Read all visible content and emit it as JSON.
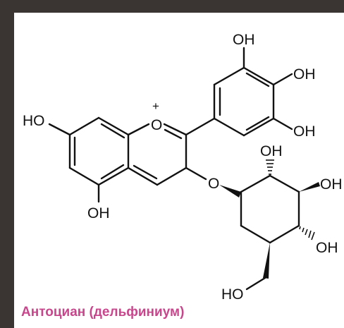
{
  "diagram": {
    "caption": "Антоциан (дельфиниум)",
    "caption_color": "#c8468c",
    "atoms": {
      "oh_top": "OH",
      "oh_right_upper": "OH",
      "oh_right_lower": "OH",
      "oh_left": "HO",
      "o_plus": "O",
      "plus_sign": "+",
      "oh_bottom_left": "OH",
      "o_ether": "O",
      "oh_sugar_top": "OH",
      "oh_sugar_right": "OH",
      "oh_sugar_lower_right": "OH",
      "ho_sugar_bottom": "HO"
    }
  }
}
